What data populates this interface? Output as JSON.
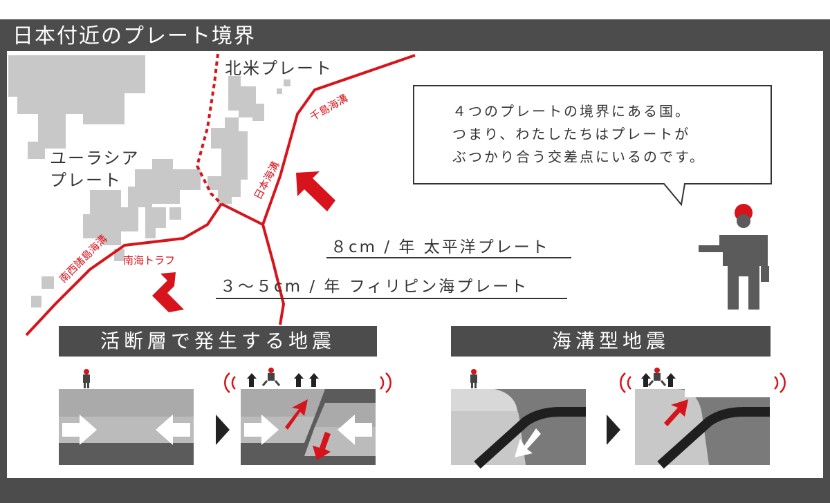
{
  "title": "日本付近のプレート境界",
  "plates": {
    "north_american": "北米プレート",
    "eurasian_line1": "ユーラシア",
    "eurasian_line2": "プレート"
  },
  "trenches": {
    "kuril": "千島海溝",
    "japan": "日本海溝",
    "nankai": "南海トラフ",
    "ryukyu": "南西諸島海溝"
  },
  "speeds": {
    "pacific": "８cm / 年  太平洋プレート",
    "philippine": "３～５cm / 年  フィリピン海プレート"
  },
  "bubble": {
    "line1": "４つのプレートの境界にある国。",
    "line2": "つまり、わたしたちはプレートが",
    "line3": "ぶつかり合う交差点にいるのです。"
  },
  "sections": {
    "active_fault": "活断層で発生する地震",
    "trench": "海溝型地震"
  },
  "colors": {
    "frame": "#4d4c4c",
    "boundary_red": "#d7131b",
    "land_gray": "#c8c8c8"
  },
  "icons": {
    "pointer": "person-pointing-icon",
    "step_arrow": "triangle-right-icon",
    "shake": "vibration-arcs-icon"
  }
}
